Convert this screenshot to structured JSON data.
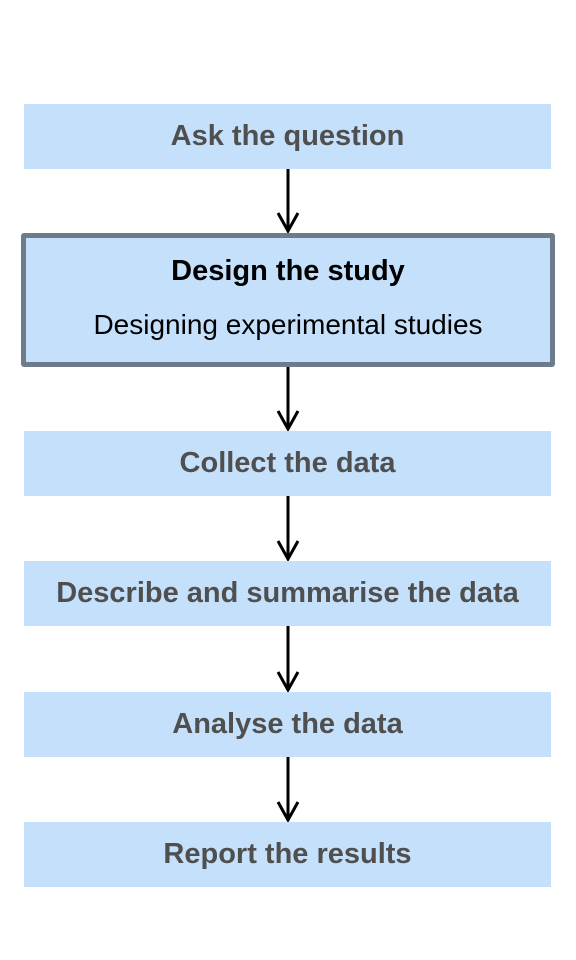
{
  "steps": [
    {
      "label": "Ask the question"
    },
    {
      "label": "Design the study",
      "sub": "Designing experimental studies",
      "active": true
    },
    {
      "label": "Collect the data"
    },
    {
      "label": "Describe and summarise the data"
    },
    {
      "label": "Analyse the data"
    },
    {
      "label": "Report the results"
    }
  ],
  "colors": {
    "box_fill": "#c5e0fb",
    "active_border": "#6d7b8a",
    "text_inactive": "#4f4f4f",
    "text_active": "#000000",
    "arrow": "#000000"
  }
}
